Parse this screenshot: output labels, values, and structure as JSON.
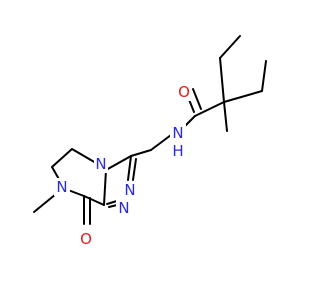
{
  "molecule": {
    "colors": {
      "bond": "#000000",
      "nitrogen": "#2b2bd6",
      "oxygen": "#e0201a"
    },
    "atoms": {
      "o_amide": "O",
      "n_amide": "N",
      "h_amide": "H",
      "n_ring_bridge": "N",
      "n_triazole_1": "N",
      "n_triazole_2": "N",
      "n_methyl": "N",
      "o_ketone": "O"
    }
  }
}
